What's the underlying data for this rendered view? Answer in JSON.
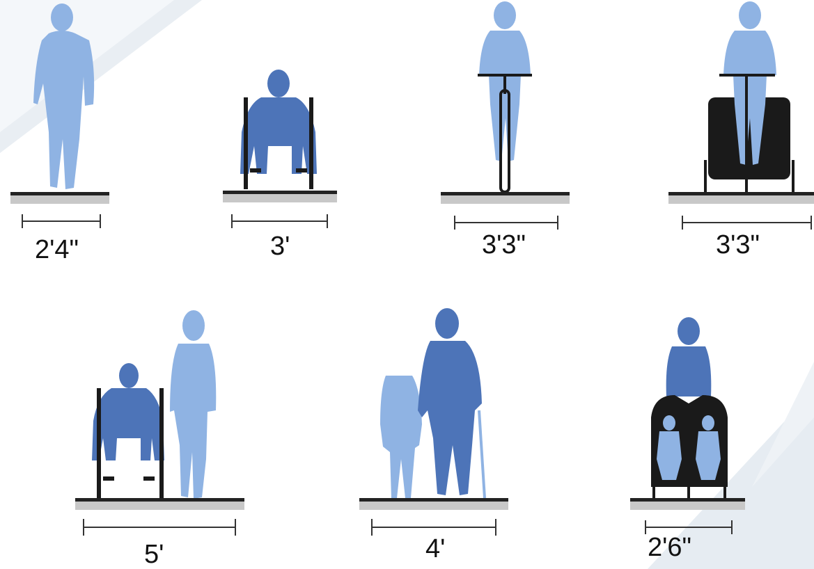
{
  "colors": {
    "light_figure": "#8fb3e3",
    "dark_figure": "#4d74b8",
    "black_frame": "#1a1a1a",
    "ground_line": "#222222",
    "ground_shadow": "#c8c8c8",
    "background_band": "#e9eef3",
    "dimension_line": "#333333"
  },
  "panels": [
    {
      "label": "2'4\"",
      "icons": [
        "pedestrian-walking-icon"
      ]
    },
    {
      "label": "3'",
      "icons": [
        "wheelchair-user-icon"
      ]
    },
    {
      "label": "3'3\"",
      "icons": [
        "bicyclist-icon"
      ]
    },
    {
      "label": "3'3\"",
      "icons": [
        "bicycle-with-trailer-icon"
      ]
    },
    {
      "label": "5'",
      "icons": [
        "wheelchair-user-icon",
        "pedestrian-walking-icon"
      ]
    },
    {
      "label": "4'",
      "icons": [
        "child-walking-icon",
        "elderly-person-with-cane-icon"
      ]
    },
    {
      "label": "2'6\"",
      "icons": [
        "person-pushing-double-stroller-icon"
      ]
    }
  ]
}
